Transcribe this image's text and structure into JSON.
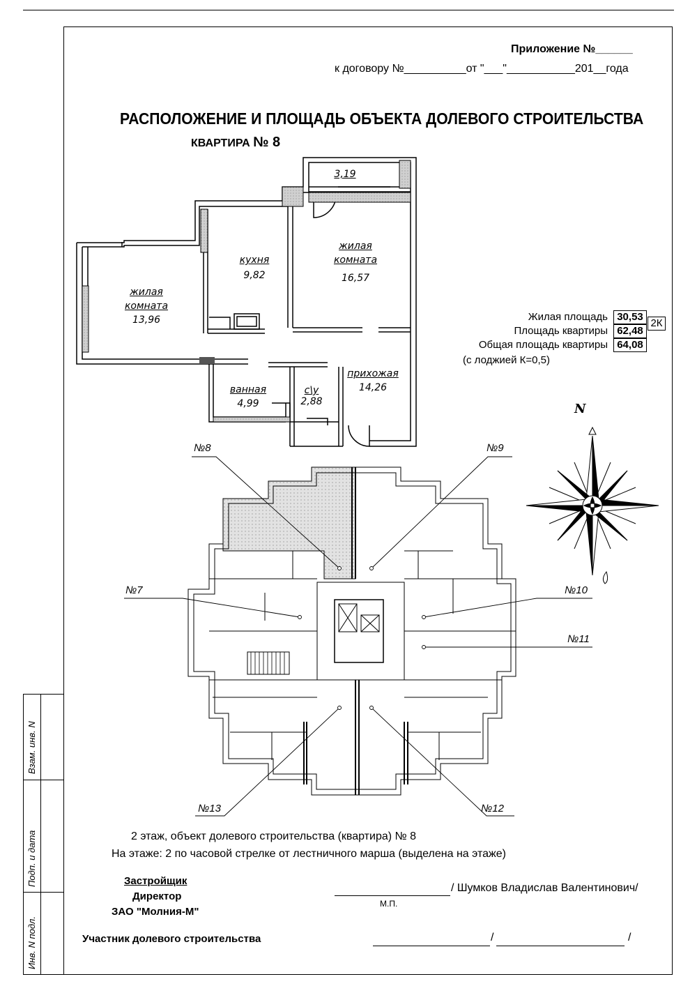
{
  "header": {
    "appendix": "Приложение №______",
    "contract": "к договору №__________от \"___\"___________201__года"
  },
  "title": "РАСПОЛОЖЕНИЕ И ПЛОЩАДЬ ОБЪЕКТА ДОЛЕВОГО СТРОИТЕЛЬСТВА",
  "apartment": {
    "label": "КВАРТИРА",
    "number": "№ 8"
  },
  "rooms": [
    {
      "name": "",
      "area": "3,19"
    },
    {
      "name": "кухня",
      "area": "9,82"
    },
    {
      "name1": "жилая",
      "name2": "комната",
      "area": "16,57"
    },
    {
      "name1": "жилая",
      "name2": "комната",
      "area": "13,96"
    },
    {
      "name": "ванная",
      "area": "4,99"
    },
    {
      "name": "с\\у",
      "area": "2,88"
    },
    {
      "name": "прихожая",
      "area": "14,26"
    }
  ],
  "areas": {
    "living_label": "Жилая площадь",
    "living_value": "30,53",
    "flat_label": "Площадь квартиры",
    "flat_value": "62,48",
    "total_label": "Общая площадь квартиры",
    "total_value": "64,08",
    "loggia_note": "(с лоджией К=0,5)",
    "type_badge": "2К"
  },
  "compass": {
    "north": "N"
  },
  "floor_labels": [
    "№8",
    "№9",
    "№7",
    "№10",
    "№11",
    "№13",
    "№12"
  ],
  "footer": {
    "floor_info": "2 этаж, объект долевого строительства (квартира) № 8",
    "on_floor": "На этаже:  2 по часовой стрелке от лестничного марша (выделена на этаже)",
    "developer": "Застройщик",
    "director": "Директор",
    "company": "ЗАО \"Молния-М\"",
    "director_name": "/ Шумков Владислав Валентинович/",
    "stamp": "М.П.",
    "participant": "Участник долевого строительства",
    "participant_slash1": "/",
    "participant_slash2": "/"
  },
  "side_stamp": {
    "field1": "Взам. инв. N",
    "field2": "Подп. и дата",
    "field3": "Инв. N подл."
  },
  "colors": {
    "ink": "#000000",
    "wall_hatch": "#bdbdbd",
    "highlight": "#d6d6d6"
  }
}
